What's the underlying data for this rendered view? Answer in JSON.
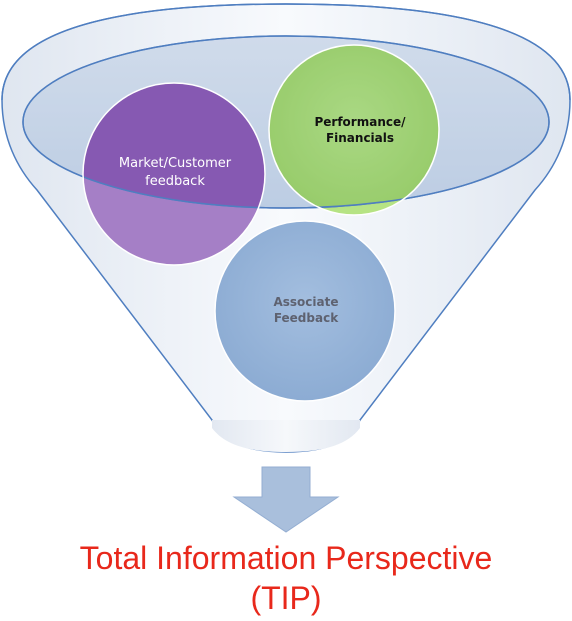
{
  "funnel": {
    "stroke_color": "#4f7ec0",
    "fill_color": "#eef2f8",
    "rim_fill_color": "#c4d2e6"
  },
  "circles": [
    {
      "id": "market",
      "label_lines": [
        "Market/Customer",
        "feedback"
      ],
      "color": "#7030a0"
    },
    {
      "id": "performance",
      "label_lines": [
        "Performance/",
        "Financials"
      ],
      "color": "#92d050"
    },
    {
      "id": "associate",
      "label_lines": [
        "Associate",
        "Feedback"
      ],
      "color": "#95b3d7"
    }
  ],
  "arrow": {
    "icon": "down-arrow-icon",
    "color": "#a9bfdc"
  },
  "output": {
    "line1": "Total Information Perspective",
    "line2": "(TIP)",
    "color": "#e8281b"
  }
}
